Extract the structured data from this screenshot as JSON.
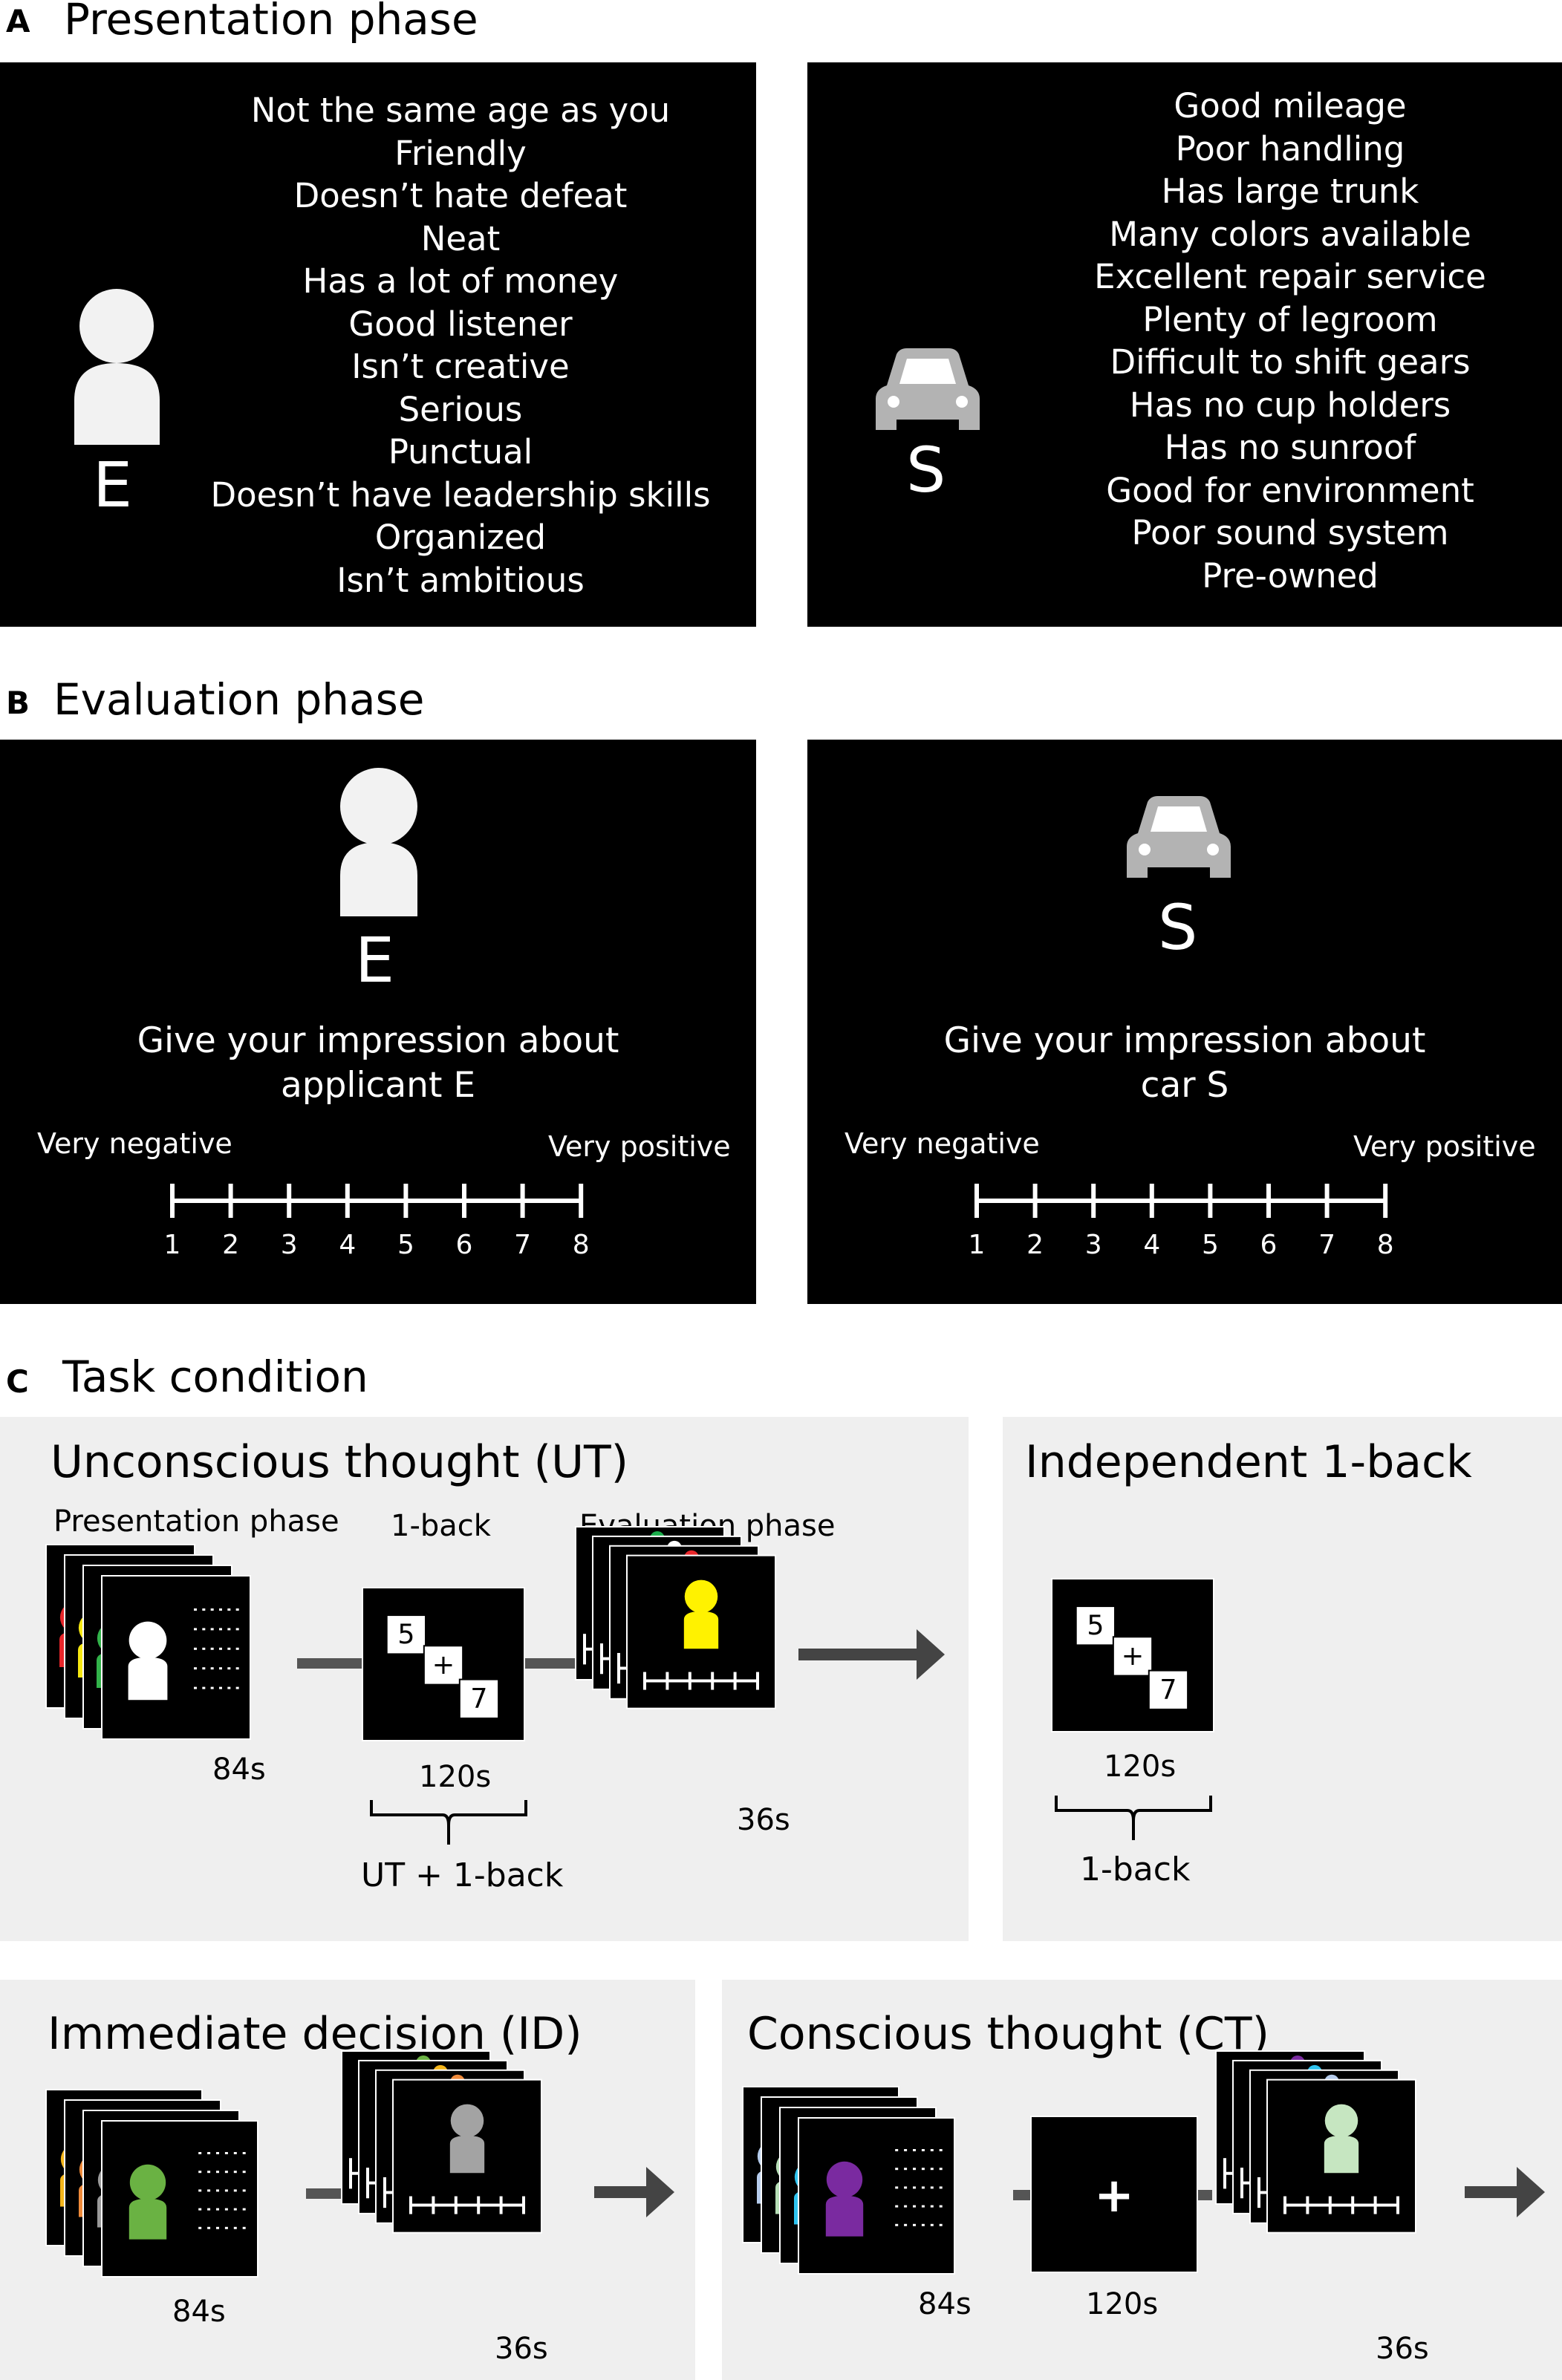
{
  "section_a": {
    "letter": "A",
    "title": "Presentation phase",
    "applicant": {
      "letter": "E",
      "attributes": [
        "Not the same age as you",
        "Friendly",
        "Doesn’t hate defeat",
        "Neat",
        "Has a lot of money",
        "Good listener",
        "Isn’t creative",
        "Serious",
        "Punctual",
        "Doesn’t have leadership skills",
        "Organized",
        "Isn’t ambitious"
      ]
    },
    "car": {
      "letter": "S",
      "attributes": [
        "Good mileage",
        "Poor handling",
        "Has large trunk",
        "Many colors available",
        "Excellent repair service",
        "Plenty of legroom",
        "Difficult to shift gears",
        "Has no cup holders",
        "Has no sunroof",
        "Good for environment",
        "Poor sound system",
        "Pre-owned"
      ]
    }
  },
  "section_b": {
    "letter": "B",
    "title": "Evaluation phase",
    "applicant": {
      "letter": "E",
      "prompt_line1": "Give your impression about",
      "prompt_line2": "applicant E"
    },
    "car": {
      "letter": "S",
      "prompt_line1": "Give your impression about",
      "prompt_line2": "car S"
    },
    "scale": {
      "low_label": "Very negative",
      "high_label": "Very positive",
      "points": [
        "1",
        "2",
        "3",
        "4",
        "5",
        "6",
        "7",
        "8"
      ]
    }
  },
  "section_c": {
    "letter": "C",
    "title": "Task condition",
    "ut": {
      "title": "Unconscious thought (UT)",
      "presentation_label": "Presentation phase",
      "oneback_label": "1-back",
      "evaluation_label": "Evaluation phase",
      "presentation_time": "84s",
      "oneback_time": "120s",
      "evaluation_time": "36s",
      "brace_label": "UT + 1-back",
      "digits": [
        "5",
        "+",
        "7"
      ]
    },
    "independent": {
      "title": "Independent 1-back",
      "time": "120s",
      "brace_label": "1-back",
      "digits": [
        "5",
        "+",
        "7"
      ]
    },
    "id": {
      "title": "Immediate decision (ID)",
      "presentation_time": "84s",
      "evaluation_time": "36s"
    },
    "ct": {
      "title": "Conscious thought (CT)",
      "presentation_time": "84s",
      "fixation_time": "120s",
      "evaluation_time": "36s",
      "fixation": "+"
    }
  },
  "colors": {
    "stimulus_white": "#f2f2f2",
    "ut_stack": [
      "#e8262a",
      "#f5e711",
      "#32b34a",
      "#ffffff"
    ],
    "ut_eval_stack": [
      "#1aae4b",
      "#ffffff",
      "#e8262a",
      "#fff200"
    ],
    "id_stack": [
      "#f5b61a",
      "#ef8a3a",
      "#9a9a9a",
      "#6ab243"
    ],
    "id_eval_stack": [
      "#6ab243",
      "#f5b61a",
      "#ef8a3a",
      "#a3a3a3"
    ],
    "ct_stack": [
      "#b6ccec",
      "#b7dfb7",
      "#2ec4f1",
      "#7a2aa0"
    ],
    "ct_eval_stack": [
      "#7a2aa0",
      "#2ec4f1",
      "#b6ccec",
      "#c6e6c1"
    ],
    "arrow": "#444444",
    "connector": "#555555"
  }
}
